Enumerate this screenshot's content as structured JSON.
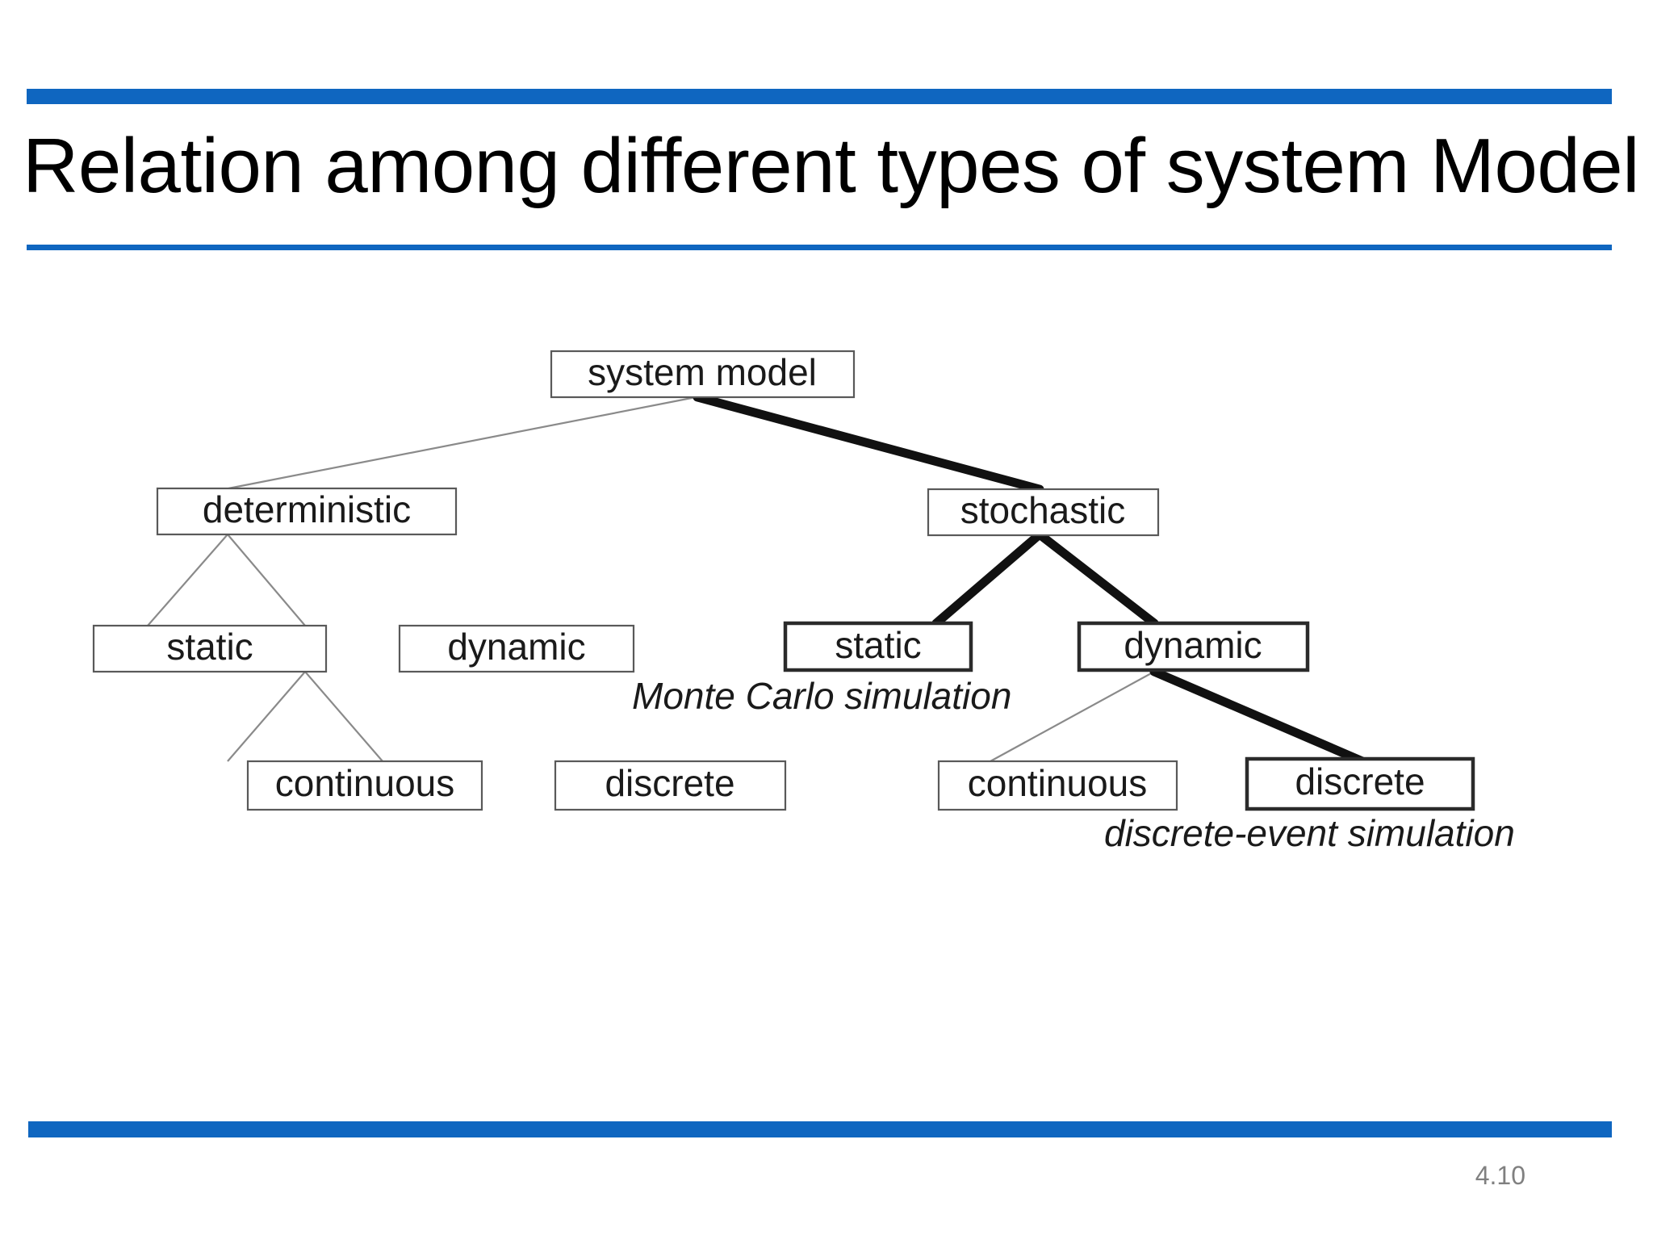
{
  "slide": {
    "title": "Relation among different types of system Model",
    "page_number": "4.10",
    "accent_color": "#0F66C0",
    "background_color": "#FFFFFF"
  },
  "diagram": {
    "type": "tree",
    "description": "Taxonomy tree of system model types",
    "nodes": {
      "root": "system model",
      "deterministic": "deterministic",
      "stochastic": "stochastic",
      "det_static": "static",
      "det_dynamic": "dynamic",
      "sto_static": "static",
      "sto_dynamic": "dynamic",
      "det_continuous": "continuous",
      "det_discrete": "discrete",
      "sto_continuous": "continuous",
      "sto_discrete": "discrete"
    },
    "annotations": {
      "monte_carlo": "Monte Carlo simulation",
      "discrete_event": "discrete-event simulation"
    },
    "edges": [
      {
        "from": "root",
        "to": "deterministic",
        "emphasis": "thin"
      },
      {
        "from": "root",
        "to": "stochastic",
        "emphasis": "thick"
      },
      {
        "from": "deterministic",
        "to": "det_static",
        "emphasis": "thin"
      },
      {
        "from": "deterministic",
        "to": "det_dynamic",
        "emphasis": "thin"
      },
      {
        "from": "stochastic",
        "to": "sto_static",
        "emphasis": "thick"
      },
      {
        "from": "stochastic",
        "to": "sto_dynamic",
        "emphasis": "thick"
      },
      {
        "from": "det_dynamic",
        "to": "det_continuous",
        "emphasis": "thin"
      },
      {
        "from": "det_dynamic",
        "to": "det_discrete",
        "emphasis": "thin"
      },
      {
        "from": "sto_dynamic",
        "to": "sto_continuous",
        "emphasis": "thin"
      },
      {
        "from": "sto_dynamic",
        "to": "sto_discrete",
        "emphasis": "thick"
      }
    ]
  }
}
